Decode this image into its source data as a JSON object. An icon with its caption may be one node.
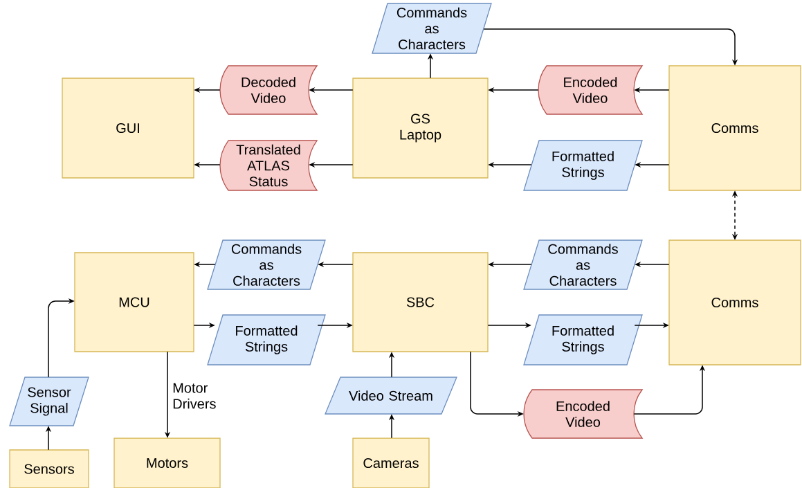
{
  "diagram": {
    "nodes": [
      {
        "text": [
          "Commands as Characters"
        ]
      },
      {
        "text": [
          "GUI"
        ]
      },
      {
        "text": [
          "Decoded Video"
        ]
      },
      {
        "text": [
          "GS Laptop"
        ]
      },
      {
        "text": [
          "Encoded Video"
        ]
      },
      {
        "text": [
          "Comms"
        ]
      },
      {
        "text": [
          "Translated ATLAS Status"
        ]
      },
      {
        "text": [
          "Formatted Strings"
        ]
      },
      {
        "text": [
          "Commands as Characters"
        ]
      },
      {
        "text": [
          "MCU"
        ]
      },
      {
        "text": [
          "SBC"
        ]
      },
      {
        "text": [
          "Commands as Characters"
        ]
      },
      {
        "text": [
          "Comms"
        ]
      },
      {
        "text": [
          "Formatted Strings"
        ]
      },
      {
        "text": [
          "Formatted Strings"
        ]
      },
      {
        "text": [
          "Sensor Signal"
        ]
      },
      {
        "text": [
          "Video Stream"
        ]
      },
      {
        "text": [
          "Encoded Video"
        ]
      },
      {
        "text": [
          "Sensors"
        ]
      },
      {
        "text": [
          "Motors"
        ]
      },
      {
        "text": [
          "Cameras"
        ]
      }
    ],
    "edges": [
      {
        "from": 3,
        "to": 0,
        "arrow": "to"
      },
      {
        "from": 0,
        "to": 5,
        "arrow": "to"
      },
      {
        "from": 5,
        "to": 4,
        "arrow": "to"
      },
      {
        "from": 4,
        "to": 3,
        "arrow": "to"
      },
      {
        "from": 3,
        "to": 2,
        "arrow": "to"
      },
      {
        "from": 2,
        "to": 1,
        "arrow": "to"
      },
      {
        "from": 5,
        "to": 7,
        "arrow": "to"
      },
      {
        "from": 7,
        "to": 3,
        "arrow": "to"
      },
      {
        "from": 3,
        "to": 6,
        "arrow": "to"
      },
      {
        "from": 6,
        "to": 1,
        "arrow": "to"
      },
      {
        "from": 5,
        "to": 12,
        "arrow": "both",
        "style": "dashed"
      },
      {
        "from": 12,
        "to": 11,
        "arrow": "to"
      },
      {
        "from": 11,
        "to": 10,
        "arrow": "to"
      },
      {
        "from": 10,
        "to": 8,
        "arrow": "to"
      },
      {
        "from": 8,
        "to": 9,
        "arrow": "to"
      },
      {
        "from": 9,
        "to": 13,
        "arrow": "to"
      },
      {
        "from": 13,
        "to": 10,
        "arrow": "to"
      },
      {
        "from": 10,
        "to": 14,
        "arrow": "to"
      },
      {
        "from": 14,
        "to": 12,
        "arrow": "to"
      },
      {
        "from": 9,
        "to": 19,
        "arrow": "to",
        "label": "Motor Drivers"
      },
      {
        "from": 18,
        "to": 15,
        "arrow": "to"
      },
      {
        "from": 15,
        "to": 9,
        "arrow": "to"
      },
      {
        "from": 20,
        "to": 16,
        "arrow": "to"
      },
      {
        "from": 16,
        "to": 10,
        "arrow": "to"
      },
      {
        "from": 10,
        "to": 17,
        "arrow": "to"
      },
      {
        "from": 17,
        "to": 12,
        "arrow": "to"
      }
    ]
  }
}
